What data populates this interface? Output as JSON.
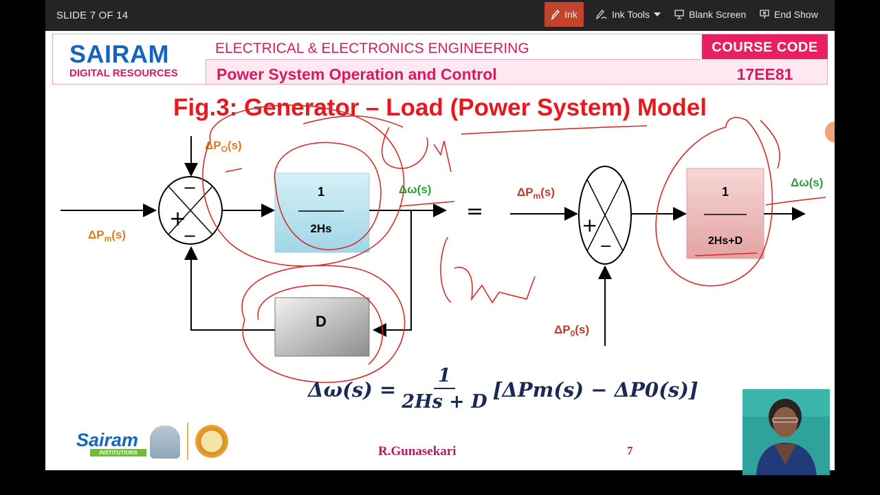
{
  "toolbar": {
    "slide_counter": "SLIDE 7 OF 14",
    "ink_label": "Ink",
    "ink_tools_label": "Ink Tools",
    "blank_screen_label": "Blank Screen",
    "end_show_label": "End Show",
    "ink_active_color": "#c0452a"
  },
  "header": {
    "logo_main": "SAIRAM",
    "logo_sub": "DIGITAL RESOURCES",
    "department": "ELECTRICAL & ELECTRONICS ENGINEERING",
    "course_title": "Power System Operation and Control",
    "course_code_label": "COURSE CODE",
    "course_code": "17EE81"
  },
  "slide": {
    "title": "Fig.3: Generator – Load  (Power System) Model",
    "left_diagram": {
      "input_disturbance": "ΔP",
      "input_disturbance_sub": "O",
      "input_disturbance_arg": "(s)",
      "input_main": "ΔP",
      "input_main_sub": "m",
      "input_main_arg": "(s)",
      "sum_plus": "+",
      "sum_minus_top": "−",
      "sum_minus_bottom": "−",
      "block_num": "1",
      "block_den": "2Hs",
      "output": "Δω(s)",
      "feedback_block": "D"
    },
    "equals_sign": "=",
    "right_diagram": {
      "input_main": "ΔP",
      "input_main_sub": "m",
      "input_main_arg": "(s)",
      "input_disturbance": "ΔP",
      "input_disturbance_sub": "0",
      "input_disturbance_arg": "(s)",
      "sum_plus": "+",
      "sum_minus": "−",
      "block_num": "1",
      "block_den": "2Hs+D",
      "output": "Δω(s)"
    },
    "equation": {
      "lhs": "Δω(s) =",
      "numerator": "1",
      "denominator": "2Hs + D",
      "rhs": "[ΔPm(s) − ΔP0(s)]"
    },
    "footer": {
      "logo": "Sairam",
      "logo_tag": "INSTITUTIONS",
      "presenter": "R.Gunasekari",
      "page": "7"
    }
  },
  "colors": {
    "accent_pink": "#e91e63",
    "brand_blue": "#1565c0",
    "title_red": "#e8191e",
    "ink_red": "#d62b2b",
    "label_orange": "#e07b1f",
    "label_green": "#2e9e3f",
    "label_darkred": "#c0392b"
  }
}
